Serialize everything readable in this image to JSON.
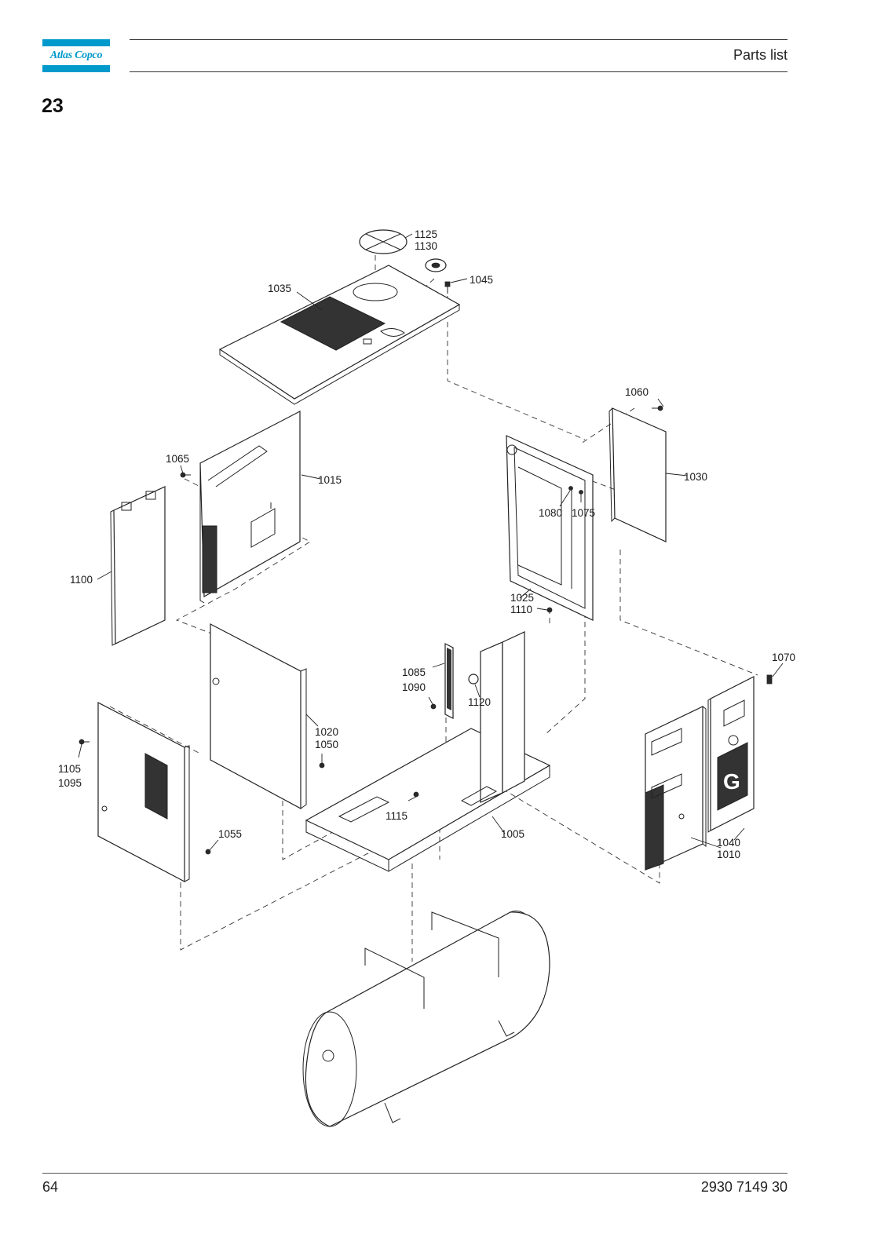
{
  "header": {
    "brand": "Atlas Copco",
    "title": "Parts list"
  },
  "section": {
    "number": "23"
  },
  "callouts": {
    "c1125": "1125",
    "c1130": "1130",
    "c1045": "1045",
    "c1035": "1035",
    "c1060": "1060",
    "c1030": "1030",
    "c1065": "1065",
    "c1015": "1015",
    "c1080": "1080",
    "c1075": "1075",
    "c1100": "1100",
    "c1025": "1025",
    "c1110": "1110",
    "c1070": "1070",
    "c1085": "1085",
    "c1090": "1090",
    "c1120": "1120",
    "c1020": "1020",
    "c1050": "1050",
    "c1105": "1105",
    "c1095": "1095",
    "c1115": "1115",
    "c1005": "1005",
    "c1055": "1055",
    "c1040": "1040",
    "c1010": "1010"
  },
  "footer": {
    "page_number": "64",
    "document_number": "2930 7149 30"
  }
}
